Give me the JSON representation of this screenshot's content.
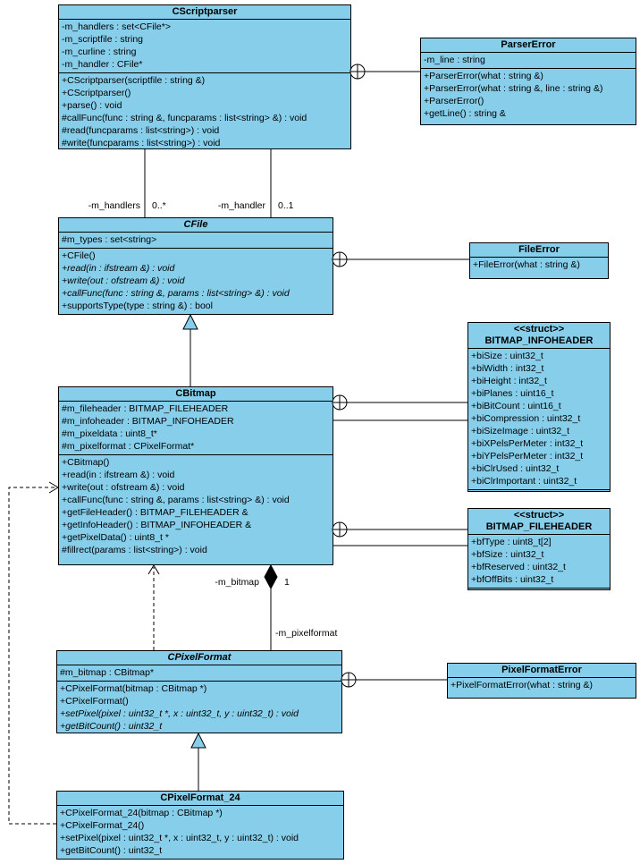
{
  "diagram": {
    "background_color": "#ffffff",
    "class_fill_color": "#87CEEB",
    "line_color": "#000000",
    "text_color": "#000000"
  },
  "classes": [
    {
      "id": "CScriptparser",
      "name": "CScriptparser",
      "abstract": false,
      "attributes": [
        "-m_handlers : set<CFile*>",
        "-m_scriptfile : string",
        "-m_curline : string",
        "-m_handler : CFile*"
      ],
      "methods": [
        {
          "t": "+CScriptparser(scriptfile : string &)"
        },
        {
          "t": "+CScriptparser()"
        },
        {
          "t": "+parse() : void"
        },
        {
          "t": "#callFunc(func : string &, funcparams : list<string> &) : void"
        },
        {
          "t": "#read(funcparams : list<string>) : void"
        },
        {
          "t": "#write(funcparams : list<string>) : void"
        }
      ]
    },
    {
      "id": "ParserError",
      "name": "ParserError",
      "abstract": false,
      "attributes": [
        "-m_line : string"
      ],
      "methods": [
        {
          "t": "+ParserError(what : string &)"
        },
        {
          "t": "+ParserError(what : string &, line : string &)"
        },
        {
          "t": "+ParserError()"
        },
        {
          "t": "+getLine() : string &"
        }
      ]
    },
    {
      "id": "CFile",
      "name": "CFile",
      "abstract": true,
      "attributes": [
        "#m_types : set<string>"
      ],
      "methods": [
        {
          "t": "+CFile()"
        },
        {
          "t": "+read(in : ifstream &) : void",
          "i": true
        },
        {
          "t": "+write(out : ofstream &) : void",
          "i": true
        },
        {
          "t": "+callFunc(func : string &, params : list<string> &) : void",
          "i": true
        },
        {
          "t": "+supportsType(type : string &) : bool"
        }
      ]
    },
    {
      "id": "FileError",
      "name": "FileError",
      "abstract": false,
      "attributes": null,
      "methods": [
        {
          "t": "+FileError(what : string &)"
        }
      ]
    },
    {
      "id": "CBitmap",
      "name": "CBitmap",
      "abstract": false,
      "attributes": [
        "#m_fileheader : BITMAP_FILEHEADER",
        "#m_infoheader : BITMAP_INFOHEADER",
        "#m_pixeldata : uint8_t*",
        "#m_pixelformat : CPixelFormat*"
      ],
      "methods": [
        {
          "t": "+CBitmap()"
        },
        {
          "t": "+read(in : ifstream &) : void"
        },
        {
          "t": "+write(out : ofstream &) : void"
        },
        {
          "t": "+callFunc(func : string &, params : list<string> &) : void"
        },
        {
          "t": "+getFileHeader() : BITMAP_FILEHEADER &"
        },
        {
          "t": "+getInfoHeader() : BITMAP_INFOHEADER &"
        },
        {
          "t": "+getPixelData() : uint8_t *"
        },
        {
          "t": "#fillrect(params : list<string>) : void"
        }
      ]
    },
    {
      "id": "BITMAP_INFOHEADER",
      "name": "BITMAP_INFOHEADER",
      "stereotype": "<<struct>>",
      "abstract": false,
      "attributes": [
        "+biSize : uint32_t",
        "+biWidth : int32_t",
        "+biHeight : int32_t",
        "+biPlanes : uint16_t",
        "+biBitCount : uint16_t",
        "+biCompression : uint32_t",
        "+biSizeImage : uint32_t",
        "+biXPelsPerMeter : int32_t",
        "+biYPelsPerMeter : int32_t",
        "+biClrUsed : uint32_t",
        "+biClrImportant : uint32_t"
      ],
      "methods": null,
      "empty_methods": true
    },
    {
      "id": "BITMAP_FILEHEADER",
      "name": "BITMAP_FILEHEADER",
      "stereotype": "<<struct>>",
      "abstract": false,
      "attributes": [
        "+bfType : uint8_t[2]",
        "+bfSize : uint32_t",
        "+bfReserved : uint32_t",
        "+bfOffBits : uint32_t"
      ],
      "methods": null,
      "empty_methods": true
    },
    {
      "id": "CPixelFormat",
      "name": "CPixelFormat",
      "abstract": true,
      "attributes": [
        "#m_bitmap : CBitmap*"
      ],
      "methods": [
        {
          "t": "+CPixelFormat(bitmap : CBitmap *)"
        },
        {
          "t": "+CPixelFormat()"
        },
        {
          "t": "+setPixel(pixel : uint32_t *, x : uint32_t, y : uint32_t) : void",
          "i": true
        },
        {
          "t": "+getBitCount() : uint32_t",
          "i": true
        }
      ]
    },
    {
      "id": "PixelFormatError",
      "name": "PixelFormatError",
      "abstract": false,
      "attributes": null,
      "methods": [
        {
          "t": "+PixelFormatError(what : string &)"
        }
      ]
    },
    {
      "id": "CPixelFormat_24",
      "name": "CPixelFormat_24",
      "abstract": false,
      "attributes": null,
      "methods": [
        {
          "t": "+CPixelFormat_24(bitmap : CBitmap *)"
        },
        {
          "t": "+CPixelFormat_24()"
        },
        {
          "t": "+setPixel(pixel : uint32_t *, x : uint32_t, y : uint32_t) : void"
        },
        {
          "t": "+getBitCount() : uint32_t"
        }
      ]
    }
  ],
  "relation_labels": {
    "m_handlers_role": "-m_handlers",
    "m_handlers_mult": "0..*",
    "m_handler_role": "-m_handler",
    "m_handler_mult": "0..1",
    "m_bitmap_role": "-m_bitmap",
    "m_bitmap_mult": "1",
    "m_pixelformat_role": "-m_pixelformat"
  }
}
